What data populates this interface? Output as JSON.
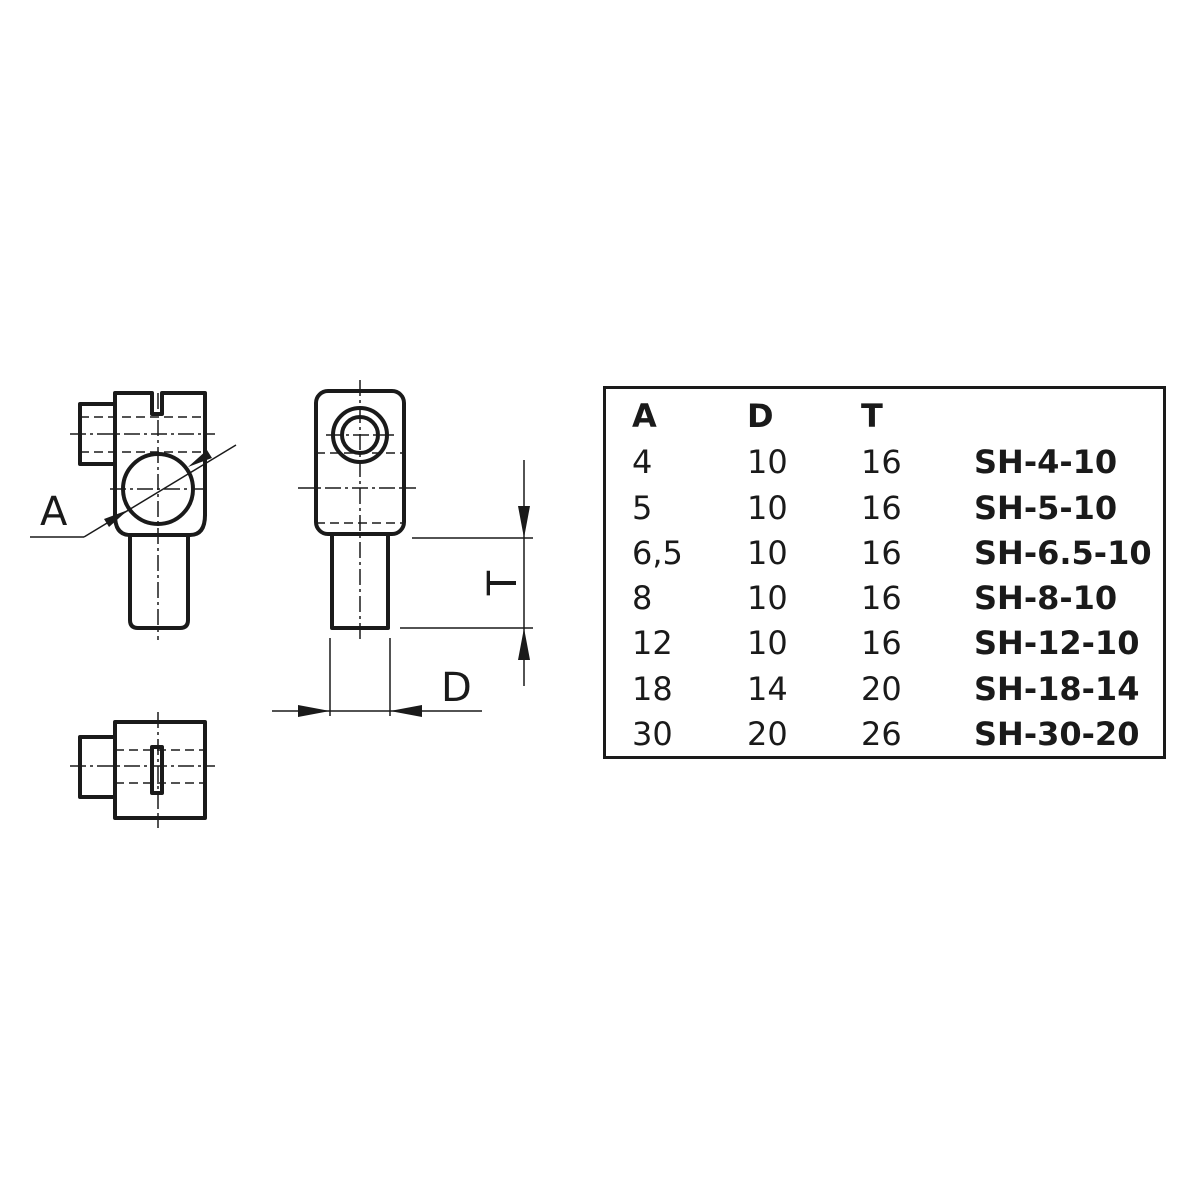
{
  "dimension_labels": {
    "a": "A",
    "d": "D",
    "t": "T"
  },
  "table": {
    "headers": [
      "A",
      "D",
      "T",
      ""
    ],
    "rows": [
      [
        "4",
        "10",
        "16",
        "SH-4-10"
      ],
      [
        "5",
        "10",
        "16",
        "SH-5-10"
      ],
      [
        "6,5",
        "10",
        "16",
        "SH-6.5-10"
      ],
      [
        "8",
        "10",
        "16",
        "SH-8-10"
      ],
      [
        "12",
        "10",
        "16",
        "SH-12-10"
      ],
      [
        "18",
        "14",
        "20",
        "SH-18-14"
      ],
      [
        "30",
        "20",
        "26",
        "SH-30-20"
      ]
    ]
  }
}
